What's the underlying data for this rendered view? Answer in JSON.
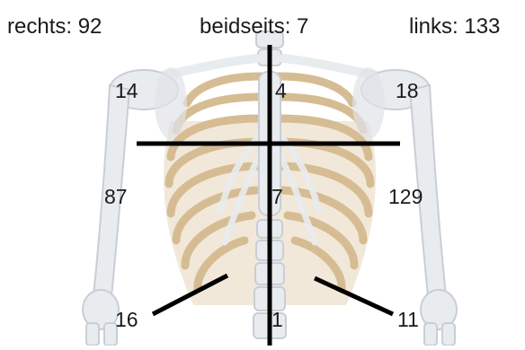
{
  "header": {
    "right_label": "rechts: 92",
    "both_label": "beidseits: 7",
    "left_label": "links: 133"
  },
  "counts": {
    "upper_right": "14",
    "upper_middle": "4",
    "upper_left": "18",
    "lower_right": "87",
    "lower_middle": "7",
    "lower_left": "129",
    "bottom_right": "16",
    "bottom_middle": "1",
    "bottom_left": "11"
  },
  "colors": {
    "bone_light": "#e9ecef",
    "bone_shadow": "#c9ced6",
    "cartilage": "#d6bc93",
    "cartilage_dark": "#b89564",
    "divider_line": "#000000",
    "text": "#1a1a1a"
  }
}
